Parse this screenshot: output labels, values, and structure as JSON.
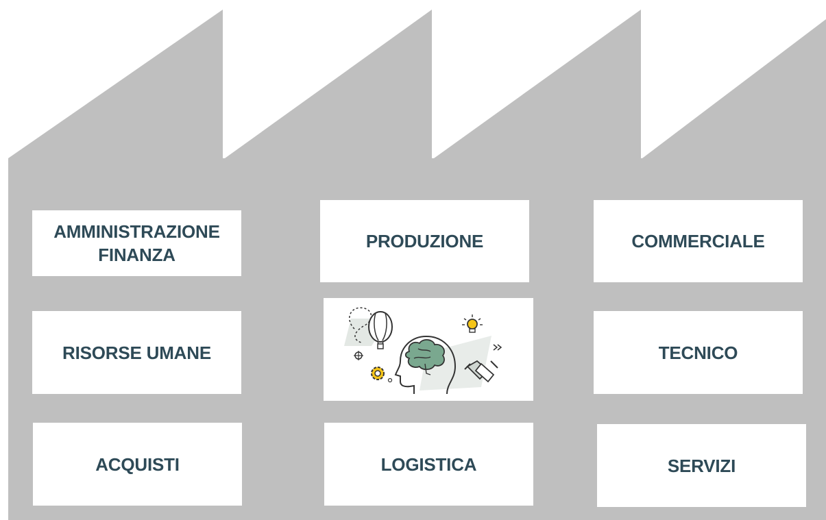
{
  "departments": [
    {
      "id": "amministrazione",
      "label": "AMMINISTRAZIONE\nFINANZA"
    },
    {
      "id": "produzione",
      "label": "PRODUZIONE"
    },
    {
      "id": "commerciale",
      "label": "COMMERCIALE"
    },
    {
      "id": "risorse",
      "label": "RISORSE UMANE"
    },
    {
      "id": "tecnico",
      "label": "TECNICO"
    },
    {
      "id": "acquisti",
      "label": "ACQUISTI"
    },
    {
      "id": "logistica",
      "label": "LOGISTICA"
    },
    {
      "id": "servizi",
      "label": "SERVIZI"
    }
  ],
  "colors": {
    "building": "#bfbfbf",
    "text": "#2e4a57",
    "brain": "#7aa88f",
    "accent": "#f5c518"
  },
  "illustration": {
    "icons": [
      "balloon-icon",
      "brain-head-icon",
      "lightbulb-icon",
      "gear-icon",
      "handshake-icon",
      "target-icon",
      "arrows-icon"
    ]
  }
}
